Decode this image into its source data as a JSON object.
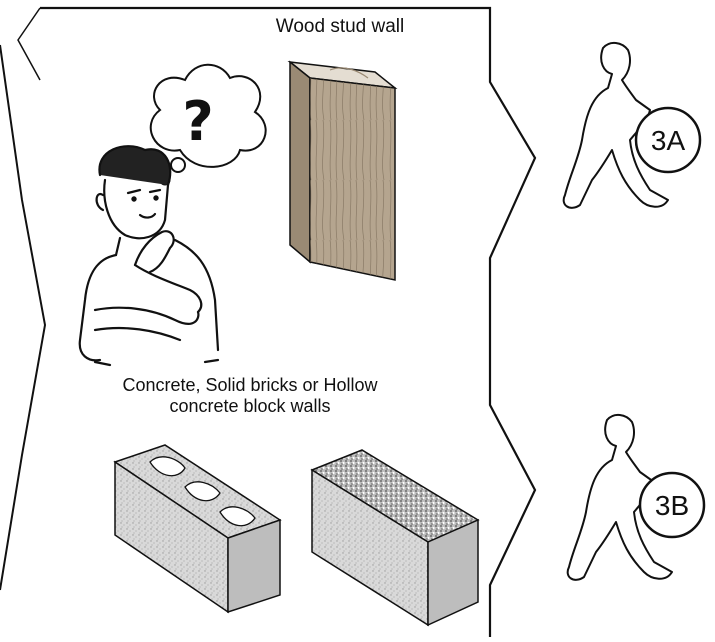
{
  "labels": {
    "wood_wall": "Wood stud wall",
    "masonry_line1": "Concrete, Solid bricks or Hollow",
    "masonry_line2": "concrete block walls"
  },
  "thought_bubble": {
    "symbol": "?"
  },
  "options": [
    {
      "badge": "3A"
    },
    {
      "badge": "3B"
    }
  ],
  "colors": {
    "line": "#111111",
    "wood_face": "#b5a58f",
    "wood_side": "#9a8a74",
    "wood_top": "#e4ddd2",
    "block_face": "#d6d6d6",
    "block_side": "#bdbdbd",
    "block_top": "#e2e2e2"
  }
}
